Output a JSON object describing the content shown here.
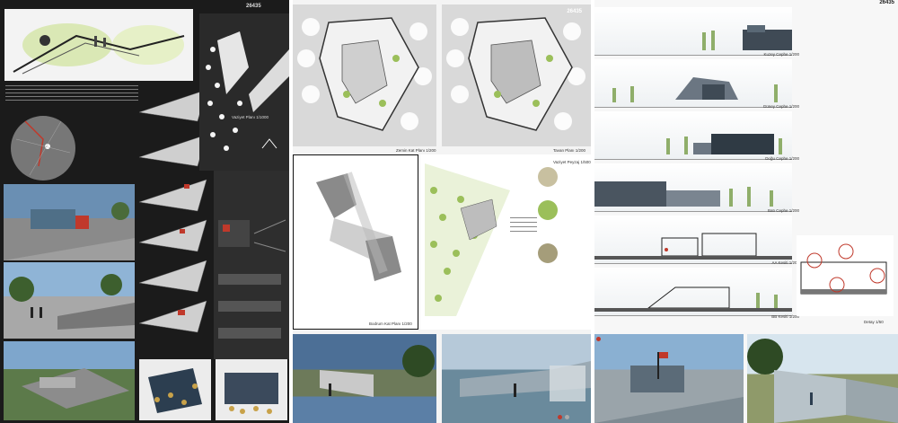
{
  "sheets": {
    "board1": {
      "number": "26435",
      "site_plan_label": "Vaziyet Planı",
      "site_plan_scale": "1/1000"
    },
    "board2": {
      "number": "26435",
      "ground_floor_label": "Zemin Kat Planı",
      "ground_floor_scale": "1/200",
      "basement_label": "Bodrum Kat Planı",
      "basement_scale": "1/200",
      "roof_label": "Tavan Planı",
      "roof_scale": "1/200",
      "landscape_label": "Vaziyet Peyzaj",
      "landscape_scale": "1/500"
    },
    "board3": {
      "number": "26435",
      "elevations": [
        {
          "label": "Kuzey Cephe",
          "scale": "1/200"
        },
        {
          "label": "Güney Cephe",
          "scale": "1/200"
        },
        {
          "label": "Doğu Cephe",
          "scale": "1/200"
        },
        {
          "label": "Batı Cephe",
          "scale": "1/200"
        },
        {
          "label": "AA Kesiti",
          "scale": "1/200"
        },
        {
          "label": "BB Kesiti",
          "scale": "1/200"
        }
      ],
      "detail_label": "Detay",
      "detail_scale": "1/50"
    }
  },
  "colors": {
    "board1_bg": "#1b1b1b",
    "accent_red": "#c0392b",
    "tree_green": "#9bbf5a",
    "sky_blue": "#7fa6c9",
    "plan_gray": "#bdbdbd"
  }
}
